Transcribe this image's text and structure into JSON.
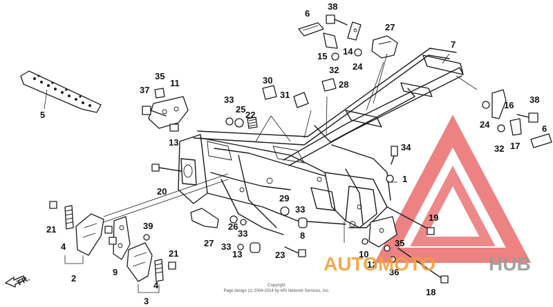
{
  "diagram": {
    "labels": {
      "l1": "1",
      "l2": "2",
      "l3": "3",
      "l4a": "4",
      "l4b": "4",
      "l5": "5",
      "l6a": "6",
      "l6b": "6",
      "l7": "7",
      "l8": "8",
      "l9": "9",
      "l10": "10",
      "l11": "11",
      "l12": "12",
      "l13a": "13",
      "l13b": "13",
      "l14": "14",
      "l15": "15",
      "l16": "16",
      "l17": "17",
      "l18": "18",
      "l19": "19",
      "l20": "20",
      "l21a": "21",
      "l21b": "21",
      "l22": "22",
      "l23": "23",
      "l24a": "24",
      "l24b": "24",
      "l25": "25",
      "l26": "26",
      "l27a": "27",
      "l27b": "27",
      "l28": "28",
      "l29": "29",
      "l30": "30",
      "l31": "31",
      "l32a": "32",
      "l32b": "32",
      "l33a": "33",
      "l33b": "33",
      "l33c": "33",
      "l33d": "33",
      "l34": "34",
      "l35a": "35",
      "l35b": "35",
      "l36": "36",
      "l37": "37",
      "l38a": "38",
      "l38b": "38",
      "l39": "39"
    },
    "direction_marker": "FR.",
    "copyright_line1": "Copyright",
    "copyright_line2": "Page design (c) 2004-2014 by ARI Network Services, Inc."
  },
  "watermark": {
    "brand_part1": "AUTOMOTO",
    "brand_part2": "HUB",
    "colors": {
      "triangle": "#e23b3b",
      "brand_orange": "#f0a23c",
      "brand_gray": "#9a9a9a"
    }
  }
}
